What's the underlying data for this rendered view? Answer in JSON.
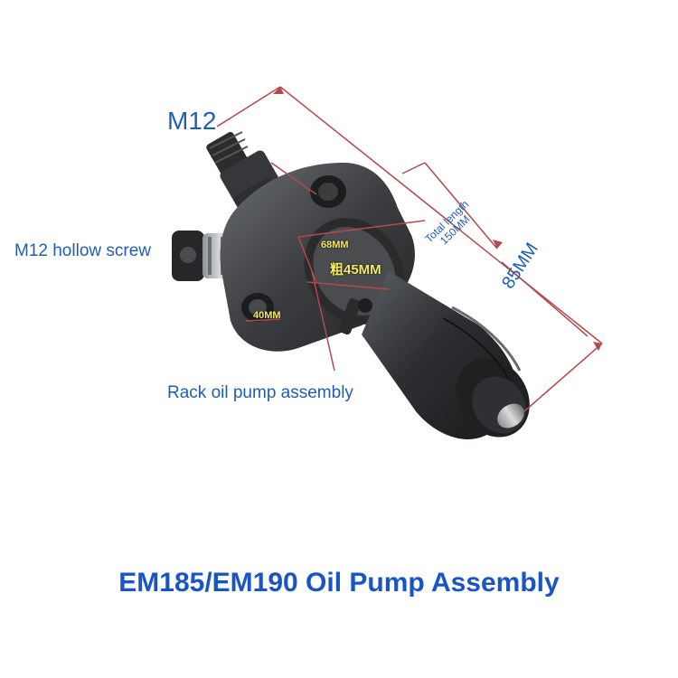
{
  "image": {
    "title": "EM185/EM190 Oil Pump Assembly",
    "labels": {
      "m12": "M12",
      "hollow_screw": "M12 hollow screw",
      "rack": "Rack oil pump assembly",
      "dim_68": "68MM",
      "dim_45": "粗45MM",
      "dim_40": "40MM",
      "total_length_1": "Total length",
      "total_length_2": "150MM",
      "dim_85": "85MM"
    },
    "colors": {
      "label_blue": "#1f5fb0",
      "title_blue": "#1a55c5",
      "dim_yellow": "#f2ea63",
      "dimension_line": "#b5484c",
      "body_dark": "#333538"
    }
  }
}
